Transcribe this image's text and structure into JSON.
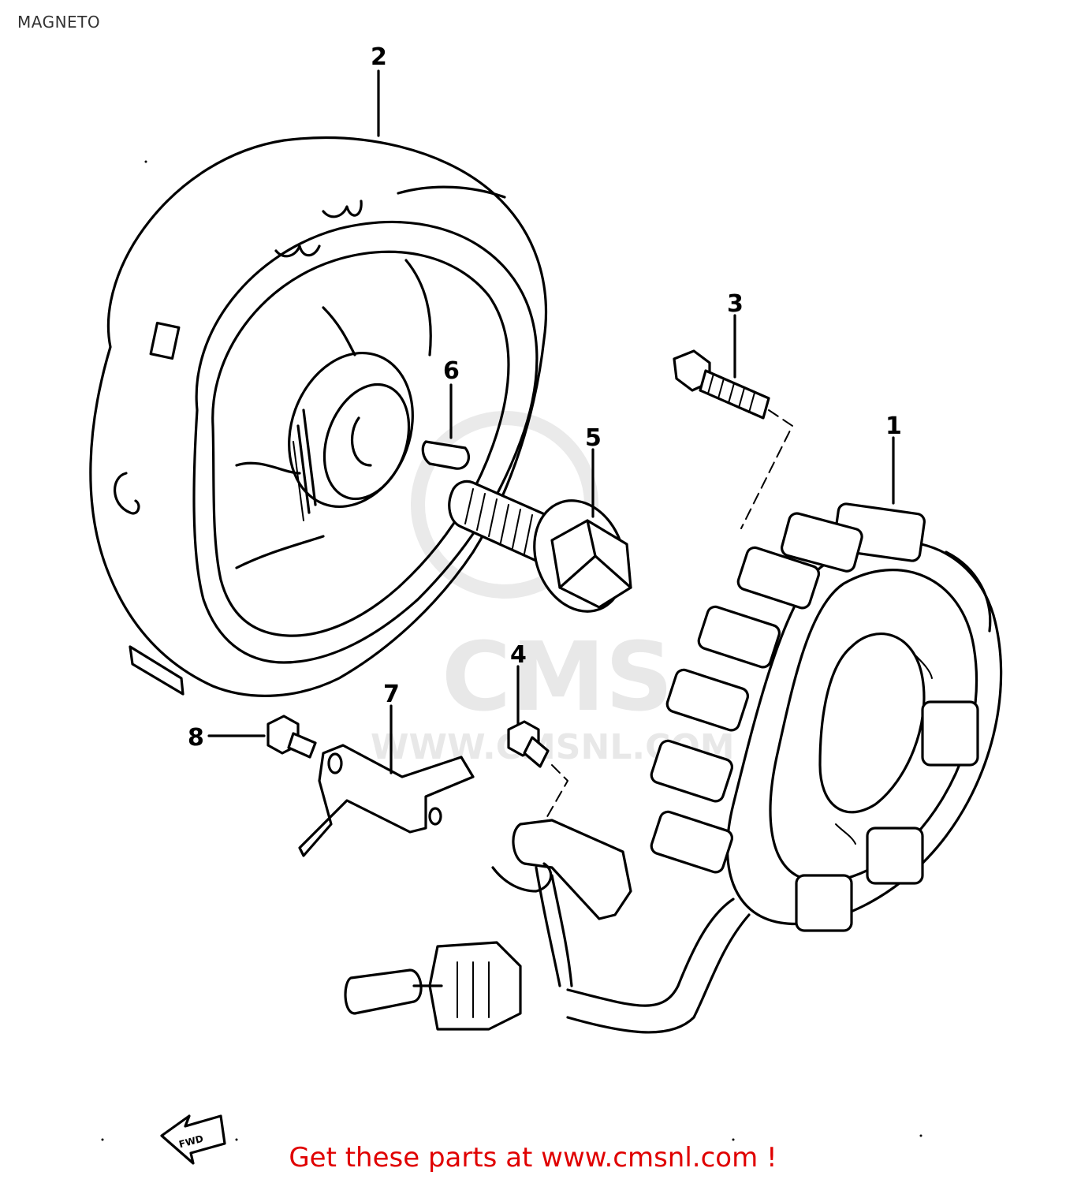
{
  "header": {
    "title": "MAGNETO"
  },
  "watermark": {
    "brand": "CMS",
    "url": "WWW.CMSNL.COM"
  },
  "diagram": {
    "callouts": [
      {
        "id": "1",
        "label": "1"
      },
      {
        "id": "2",
        "label": "2"
      },
      {
        "id": "3",
        "label": "3"
      },
      {
        "id": "4",
        "label": "4"
      },
      {
        "id": "5",
        "label": "5"
      },
      {
        "id": "6",
        "label": "6"
      },
      {
        "id": "7",
        "label": "7"
      },
      {
        "id": "8",
        "label": "8"
      }
    ],
    "direction_tag": "FWD"
  },
  "footer": {
    "link_text": "Get these parts at www.cmsnl.com !",
    "link_color": "#e00000"
  }
}
